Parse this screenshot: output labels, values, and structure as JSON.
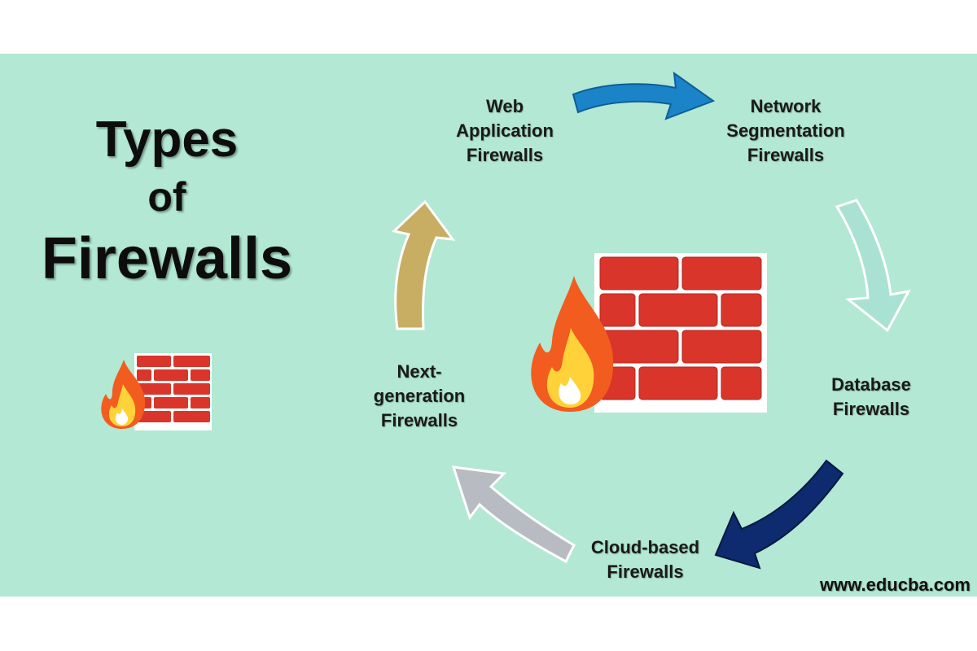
{
  "title": {
    "line1": "Types",
    "line2": "of",
    "line3": "Firewalls"
  },
  "types": [
    {
      "key": "web",
      "lines": [
        "Web",
        "Application",
        "Firewalls"
      ]
    },
    {
      "key": "network",
      "lines": [
        "Network",
        "Segmentation",
        "Firewalls"
      ]
    },
    {
      "key": "database",
      "lines": [
        "Database",
        "Firewalls"
      ]
    },
    {
      "key": "cloud",
      "lines": [
        "Cloud-based",
        "Firewalls"
      ]
    },
    {
      "key": "nextgen",
      "lines": [
        "Next-",
        "generation",
        "Firewalls"
      ]
    }
  ],
  "watermark": "www.educba.com",
  "colors": {
    "background": "#b2e8d4",
    "arrow_web_to_network": "#1b84c9",
    "arrow_network_to_database": "#a9e2d3",
    "arrow_database_to_cloud": "#0d2b6e",
    "arrow_cloud_to_nextgen": "#b8bcc2",
    "arrow_nextgen_to_web": "#c8ae63",
    "brick": "#d9352a",
    "mortar": "#ffffff",
    "flame_outer": "#f25c1f",
    "flame_inner": "#ffd23a"
  },
  "icons": [
    "firewall-icon",
    "flame-icon"
  ]
}
